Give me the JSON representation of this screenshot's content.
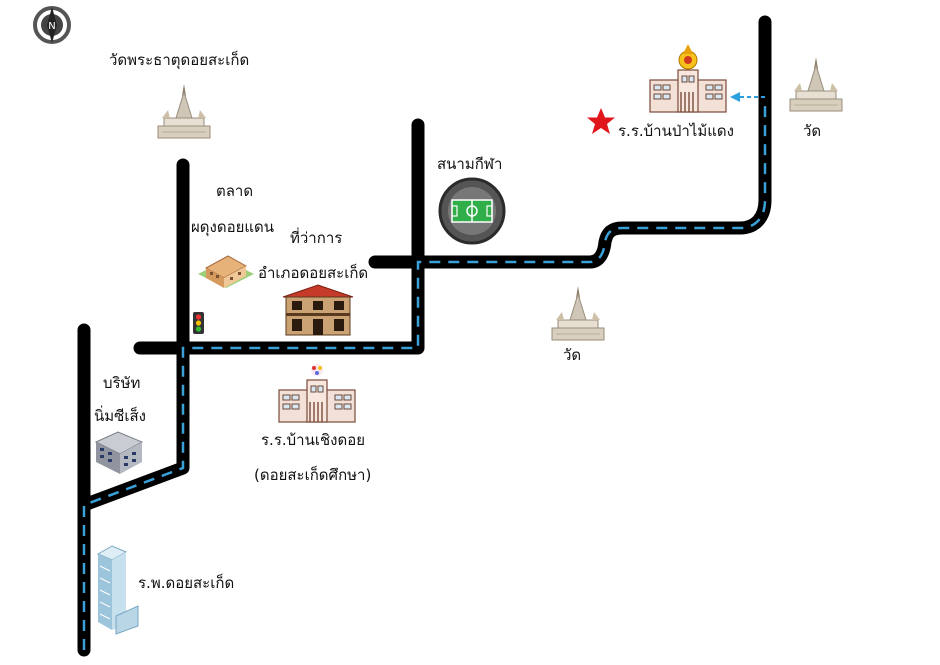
{
  "map": {
    "labels": {
      "temple_phra_that": "วัดพระธาตุดอยสะเก็ด",
      "market_line1": "ตลาด",
      "market_line2": "ผดุงดอยแดน",
      "district_office_line1": "ที่ว่าการ",
      "district_office_line2": "อำเภอดอยสะเก็ด",
      "stadium": "สนามกีฬา",
      "school_ban_pa_mai_daeng": "ร.ร.บ้านป่าไม้แดง",
      "temple_right": "วัด",
      "temple_middle": "วัด",
      "company_line1": "บริษัท",
      "company_line2": "นิ่มซีเส็ง",
      "school_choeng_doi_line1": "ร.ร.บ้านเชิงดอย",
      "school_choeng_doi_line2": "(ดอยสะเก็ดศึกษา)",
      "hospital": "ร.พ.ดอยสะเก็ด",
      "compass_letter": "N"
    },
    "colors": {
      "road": "#000000",
      "road_dash": "#3aa0d8",
      "arrow": "#2aa0e0",
      "star": "#e0161b"
    },
    "icons": [
      "compass-icon",
      "temple-icon",
      "market-building-icon",
      "traffic-light-icon",
      "district-office-icon",
      "stadium-icon",
      "school-icon",
      "star-icon",
      "company-building-icon",
      "hospital-building-icon",
      "arrow-icon"
    ]
  }
}
